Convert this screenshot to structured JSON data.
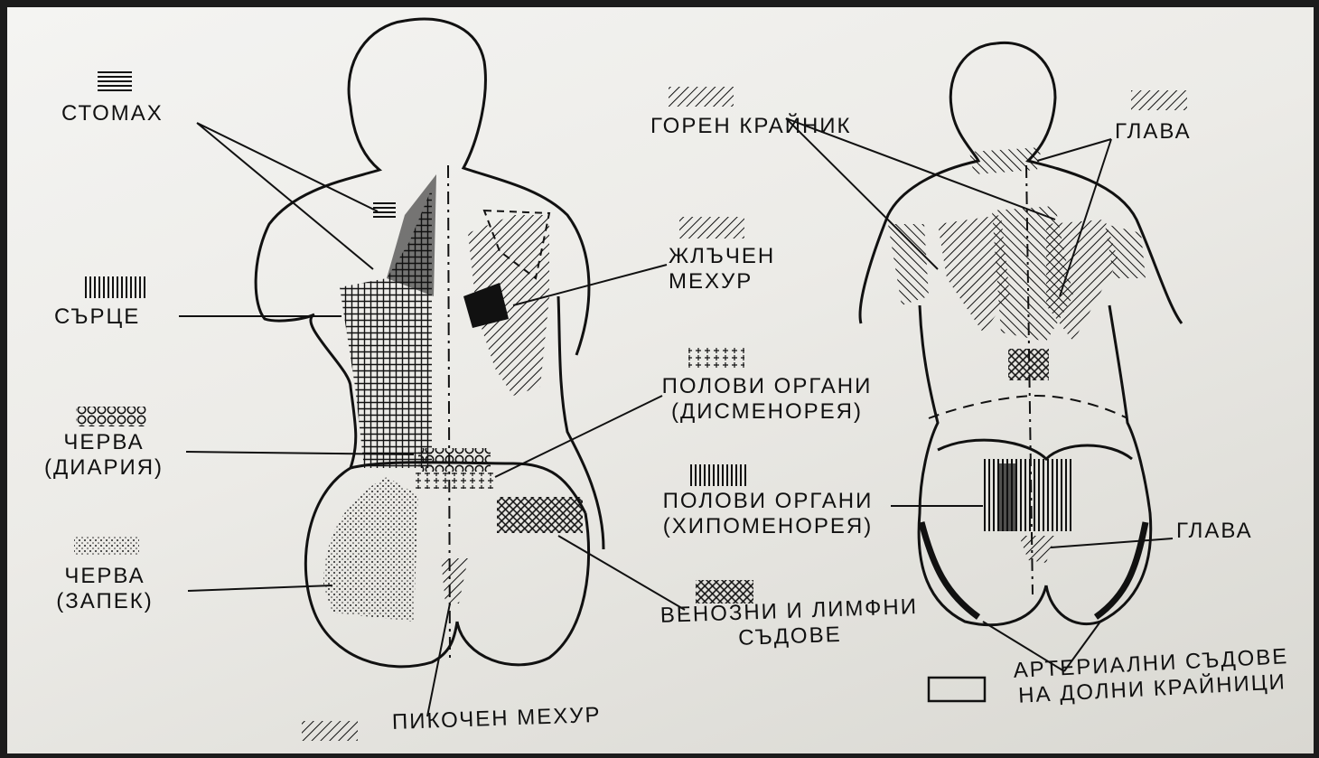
{
  "left_figure": {
    "stomach": "СТОМАХ",
    "heart": "СЪРЦЕ",
    "bowel_diarrhea": [
      "ЧЕРВА",
      "(ДИАРИЯ)"
    ],
    "bowel_constipation": [
      "ЧЕРВА",
      "(ЗАПЕК)"
    ],
    "bladder": "ПИКОЧЕН МЕХУР"
  },
  "middle_legend": {
    "upper_limb": "ГОРЕН КРАЙНИК",
    "gallbladder": [
      "ЖЛЪЧЕН",
      "МЕХУР"
    ],
    "genitals_dysmenorrhea": [
      "ПОЛОВИ ОРГАНИ",
      "(ДИСМЕНОРЕЯ)"
    ],
    "genitals_hypomenorrhea": [
      "ПОЛОВИ ОРГАНИ",
      "(ХИПОМЕНОРЕЯ)"
    ],
    "venous_lymph": [
      "ВЕНОЗНИ И ЛИМФНИ",
      "СЪДОВЕ"
    ]
  },
  "right_figure": {
    "head_top": "ГЛАВА",
    "head_bottom": "ГЛАВА",
    "arterial": [
      "АРТЕРИАЛНИ СЪДОВЕ",
      "НА ДОЛНИ КРАЙНИЦИ"
    ]
  }
}
